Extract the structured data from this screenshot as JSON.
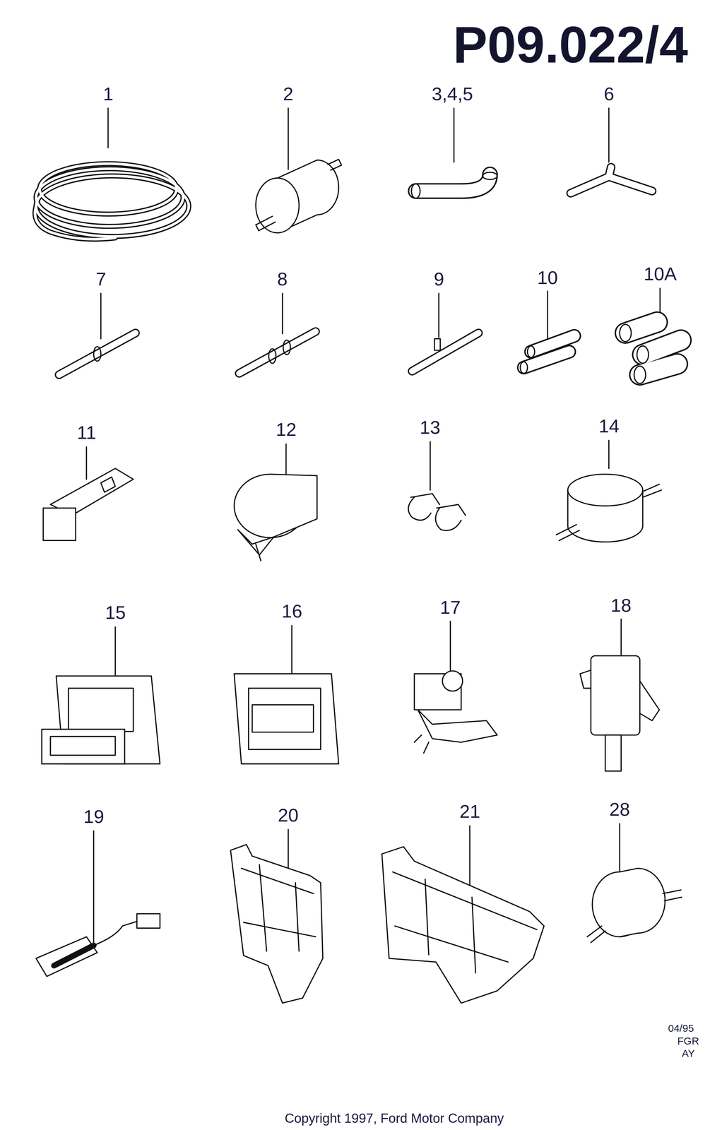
{
  "diagram": {
    "title": "P09.022/4",
    "caption": "Copyright 1997, Ford Motor Company",
    "labels": [
      "1",
      "2",
      "3,4,5",
      "6",
      "7",
      "8",
      "9",
      "10",
      "10A",
      "11",
      "12",
      "13",
      "14",
      "15",
      "16",
      "17",
      "18",
      "19",
      "20",
      "21",
      "28",
      "04/95",
      "FGR",
      "AY"
    ]
  }
}
